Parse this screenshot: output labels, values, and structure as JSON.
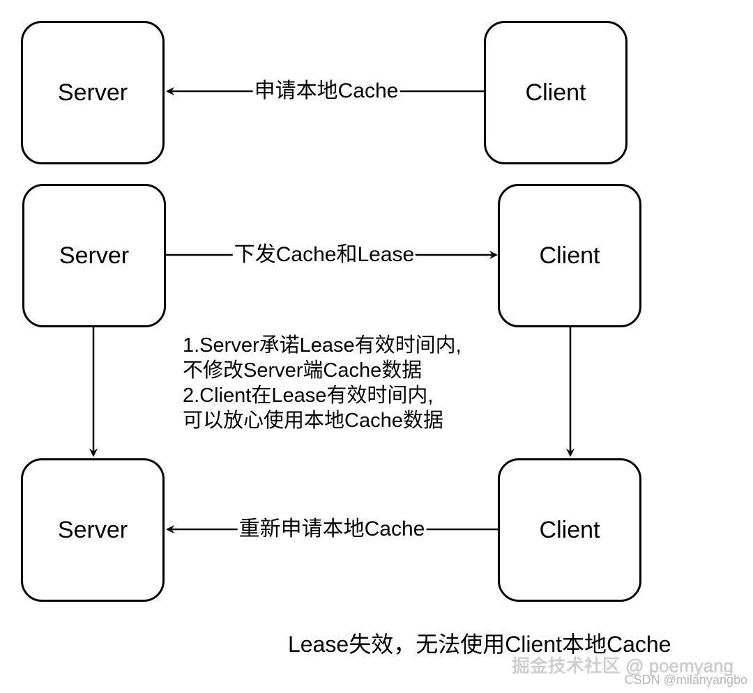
{
  "diagram": {
    "row1": {
      "server_label": "Server",
      "client_label": "Client",
      "edge_label": "申请本地Cache"
    },
    "row2": {
      "server_label": "Server",
      "client_label": "Client",
      "edge_label": "下发Cache和Lease"
    },
    "row3": {
      "server_label": "Server",
      "client_label": "Client",
      "edge_label": "重新申请本地Cache"
    },
    "note": {
      "line1": "1.Server承诺Lease有效时间内,",
      "line2": "不修改Server端Cache数据",
      "line3": "2.Client在Lease有效时间内,",
      "line4": "可以放心使用本地Cache数据"
    },
    "footer": "Lease失效，无法使用Client本地Cache"
  },
  "watermark": {
    "primary": "掘金技术社区 @ poemyang",
    "secondary": "CSDN @milanyangbo"
  },
  "colors": {
    "stroke": "#000000",
    "background": "#ffffff"
  }
}
